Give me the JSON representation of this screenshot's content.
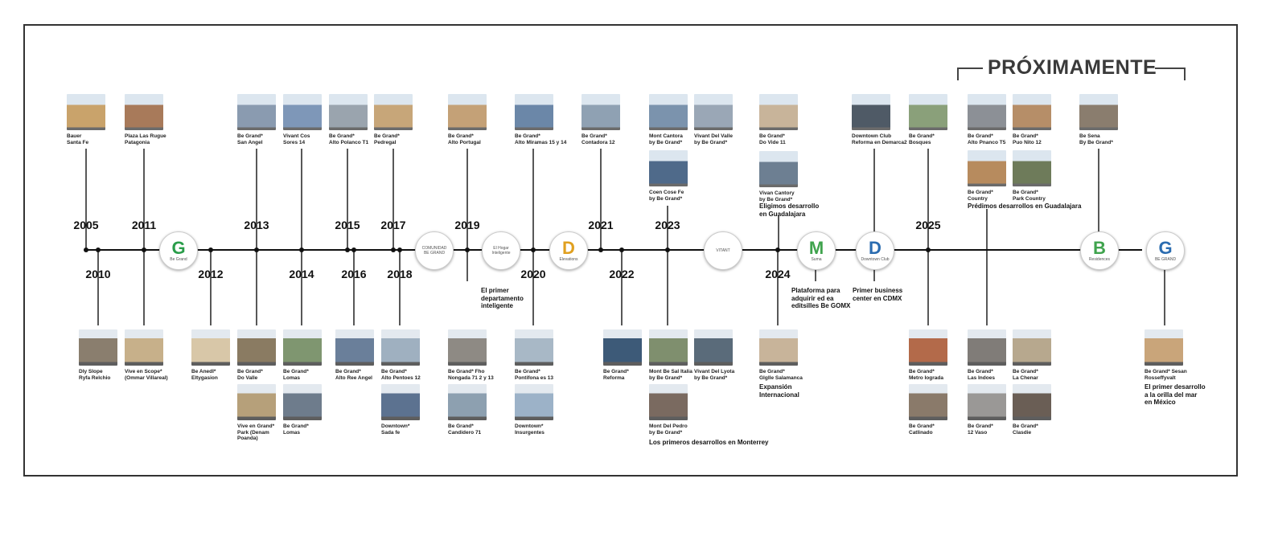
{
  "header": {
    "coming_soon": "PRÓXIMAMENTE"
  },
  "years_top": [
    "2005",
    "2011",
    "2013",
    "2015",
    "2017",
    "2019",
    "2021",
    "2023",
    "2025"
  ],
  "years_bottom": [
    "2010",
    "2012",
    "2014",
    "2016",
    "2018",
    "2020",
    "2022",
    "2024"
  ],
  "logos": [
    {
      "name": "be-grand-logo",
      "glyph": "G",
      "sub": "Be Grand"
    },
    {
      "name": "comunidad-logo",
      "glyph": "",
      "sub": "COMUNIDAD\nBE GRAND"
    },
    {
      "name": "wifi-logo",
      "glyph": "",
      "sub": "El Hogar\nInteligente"
    },
    {
      "name": "d-logo",
      "glyph": "D",
      "sub": "Elevations"
    },
    {
      "name": "vitant-logo",
      "glyph": "",
      "sub": "VITANT"
    },
    {
      "name": "suma-logo",
      "glyph": "M",
      "sub": "Suma"
    },
    {
      "name": "downtown-logo",
      "glyph": "D",
      "sub": "Downtown Club"
    },
    {
      "name": "b-logo",
      "glyph": "B",
      "sub": "Residences"
    },
    {
      "name": "be-grand-logo-2",
      "glyph": "G",
      "sub": "BE GRAND"
    }
  ],
  "top_items": [
    {
      "caption": "Bauer\nSanta Fe"
    },
    {
      "caption": "Plaza Las Rugue\nPatagonia"
    },
    {
      "caption": "Be Grand*\nSan Angel"
    },
    {
      "caption": "Vivant Cos\nSores 14"
    },
    {
      "caption": "Be Grand*\nAlto Polanco T1"
    },
    {
      "caption": "Be Grand*\nPedregal"
    },
    {
      "caption": "Be Grand*\nAlto Portugal"
    },
    {
      "caption": "Be Grand*\nAlto Miramas 15 y 14"
    },
    {
      "caption": "Be Grand*\nContadora 12"
    },
    {
      "caption": "Mont Cantora\nby Be Grand*"
    },
    {
      "caption": "Vivant Del Valle\nby Be Grand*"
    },
    {
      "caption": "Coen Cose Fe\nby Be Grand*"
    },
    {
      "caption": "Be Grand*\nDo Vide 11"
    },
    {
      "caption": "Vivan Cantory\nby Be Grand*"
    },
    {
      "caption": "Downtown Club\nReforma en Demarca2"
    },
    {
      "caption": "Be Grand*\nBosques"
    },
    {
      "caption": "Be Grand*\nAlto Pnanco T5"
    },
    {
      "caption": "Be Grand*\nPuo Nito 12"
    },
    {
      "caption": "Be Grand*\nCountry"
    },
    {
      "caption": "Be Grand*\nPark Country"
    },
    {
      "caption": "Be Sena\nBy Be Grand*"
    }
  ],
  "top_descs": [
    "Eligimos desarrollo\nen Guadalajara",
    "Prédimos desarrollos en Guadalajara"
  ],
  "bottom_items": [
    {
      "caption": "Dly Slope\nRyfa Relchio"
    },
    {
      "caption": "Vive en Scope*\n(Ommar Villareal)"
    },
    {
      "caption": "Be Anedl*\nEltygasion"
    },
    {
      "caption": "Be Grand*\nDo Valle"
    },
    {
      "caption": "Vive en Grand*\nPark (Denam\nPoanda)"
    },
    {
      "caption": "Be Grand*\nLomas"
    },
    {
      "caption": "Be Grand*\nLomas"
    },
    {
      "caption": "Be Grand*\nAlto Ree Angel"
    },
    {
      "caption": "Be Grand*\nAlto Pentoes 12"
    },
    {
      "caption": "Downtown*\nSada fe"
    },
    {
      "caption": "Be Grand* Fho\nNongada 71 2 y 13"
    },
    {
      "caption": "Be Grand*\nCandidero 71"
    },
    {
      "caption": "Be Grand*\nPontifona es 13"
    },
    {
      "caption": "Downtown*\nInsurgentes"
    },
    {
      "caption": "Be Grand*\nReforma"
    },
    {
      "caption": "Mont Be Sal Italia\nby Be Grand*"
    },
    {
      "caption": "Vivant Del Lyota\nby Be Grand*"
    },
    {
      "caption": "Mont Del Pedro\nby Be Grand*"
    },
    {
      "caption": "Be Grand*\nGlglle Salamanca"
    },
    {
      "caption": "Be Grand*\nMetro Iograda"
    },
    {
      "caption": "Be Grand*\nCatlinado"
    },
    {
      "caption": "Be Grand*\nLas Indoes"
    },
    {
      "caption": "Be Grand*\n12 Vaso"
    },
    {
      "caption": "Be Grand*\nLa Chenar"
    },
    {
      "caption": "Be Grand*\nClasdie"
    },
    {
      "caption": "Be Grand* Sesan\nRosseffyvalt"
    }
  ],
  "bottom_descs": [
    "El primer\ndepartamento\ninteligente",
    "Plataforma para\nadquirir ed ea\neditsilles Be GOMX",
    "Primer business\ncenter en CDMX",
    "Los primeros desarrollos en Monterrey",
    "Expansión\nInternacional",
    "El primer desarrollo\na la orilla del mar\nen México"
  ],
  "colors": {
    "line": "#111111",
    "frame": "#333333"
  }
}
